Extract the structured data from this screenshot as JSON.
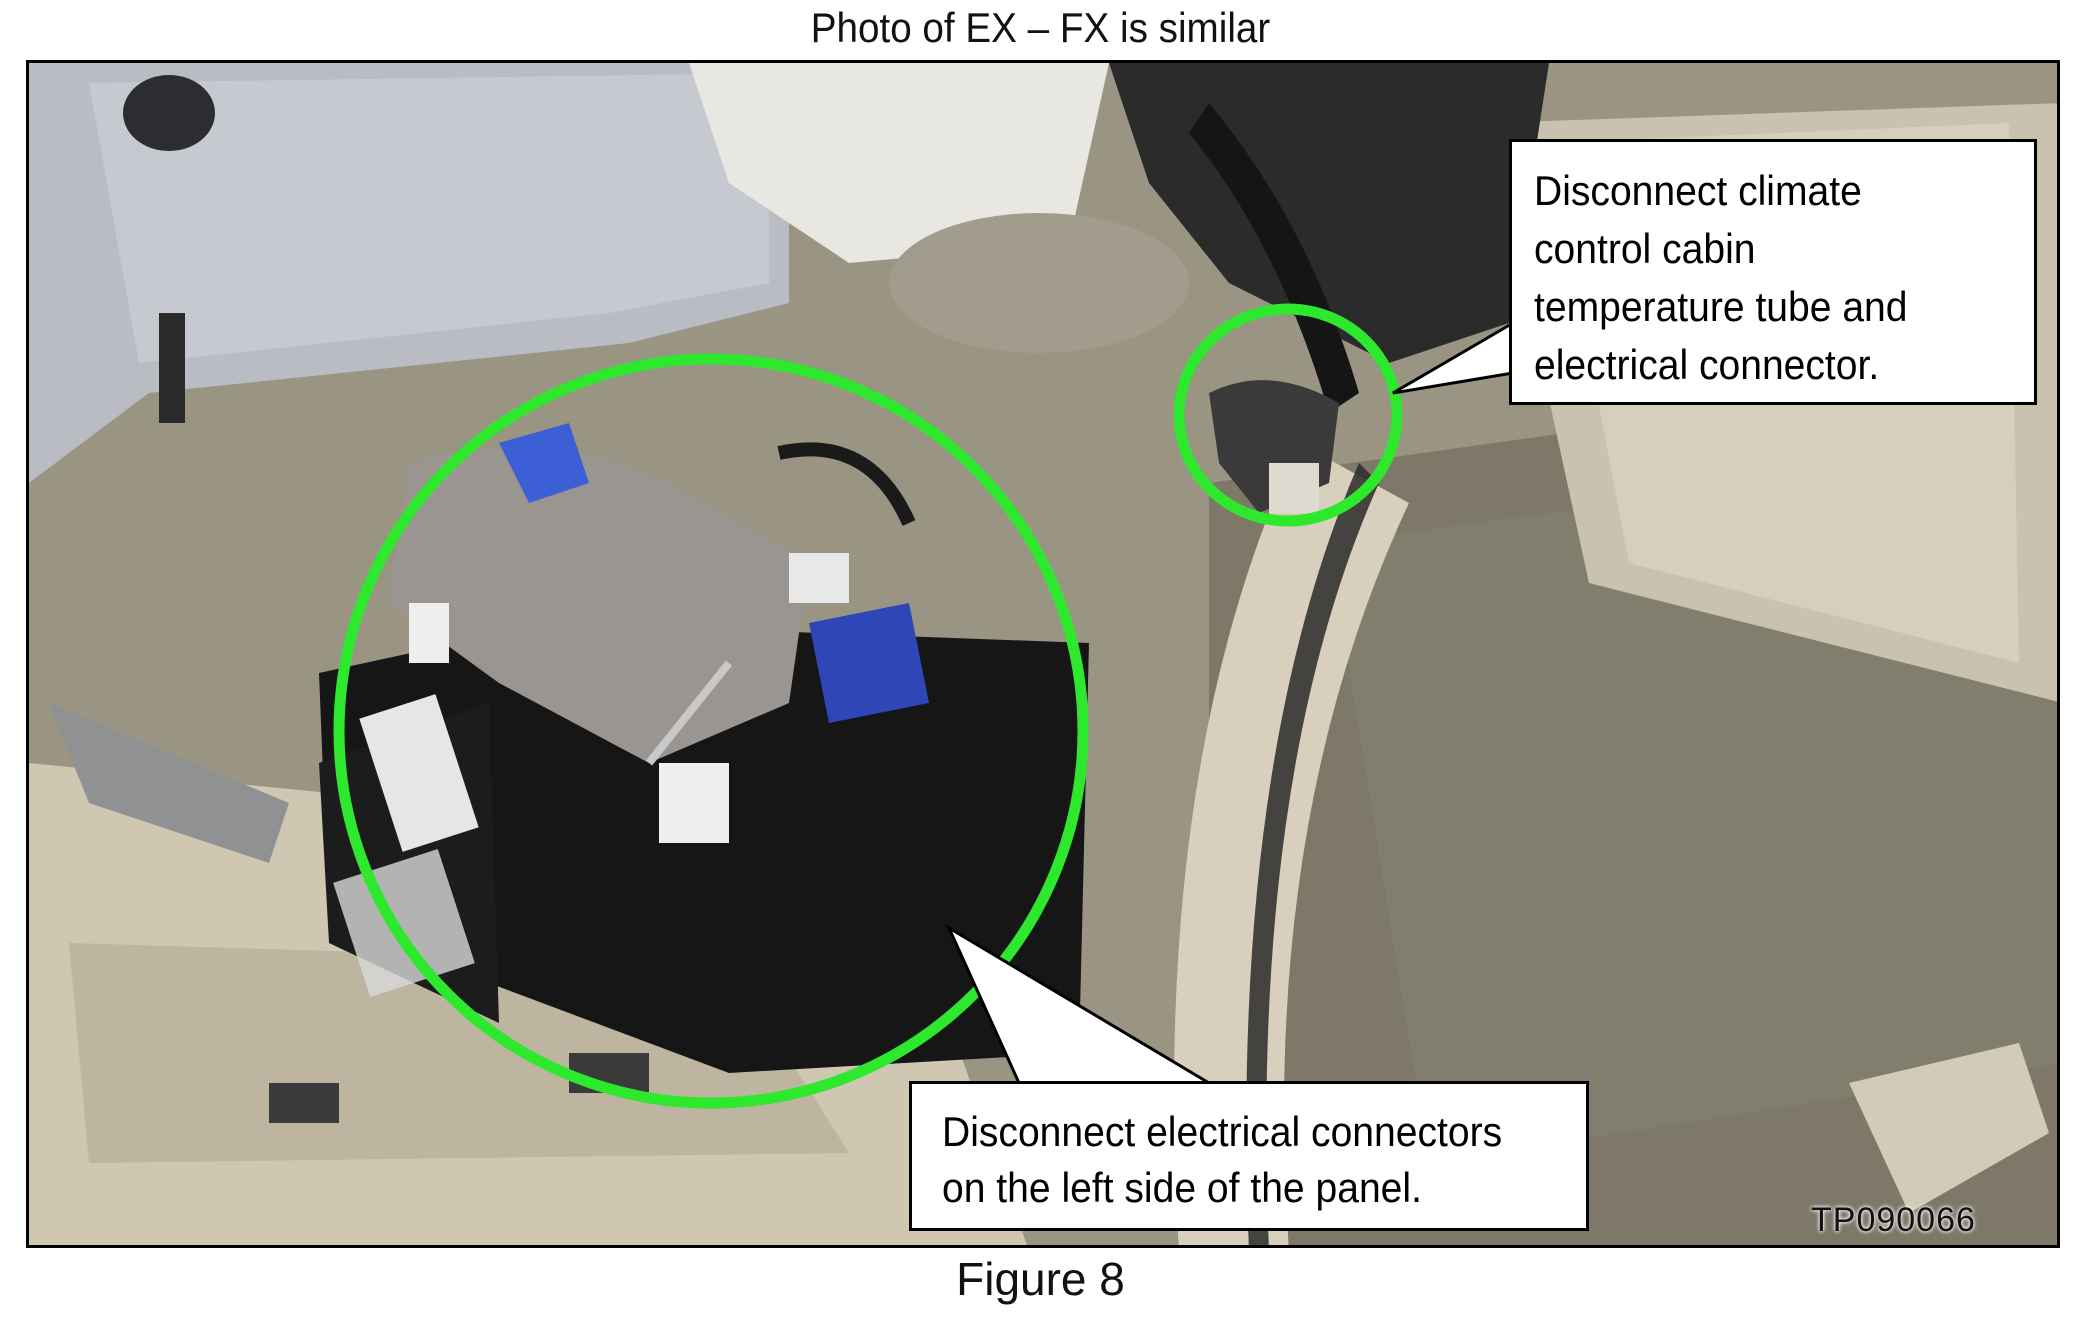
{
  "header": {
    "caption": "Photo of EX – FX is similar"
  },
  "callouts": {
    "climate": {
      "lines": [
        "Disconnect climate",
        "control cabin",
        "temperature tube and",
        "electrical connector."
      ]
    },
    "connectors": {
      "lines": [
        "Disconnect electrical connectors",
        "on the left side of the panel."
      ]
    }
  },
  "photo": {
    "watermark": "TP090066"
  },
  "figure": {
    "label": "Figure 8"
  },
  "colors": {
    "highlight_circle": "#2ee82e",
    "callout_border": "#000000",
    "carpet": "#7e7868",
    "trim": "#d4ccb8"
  }
}
